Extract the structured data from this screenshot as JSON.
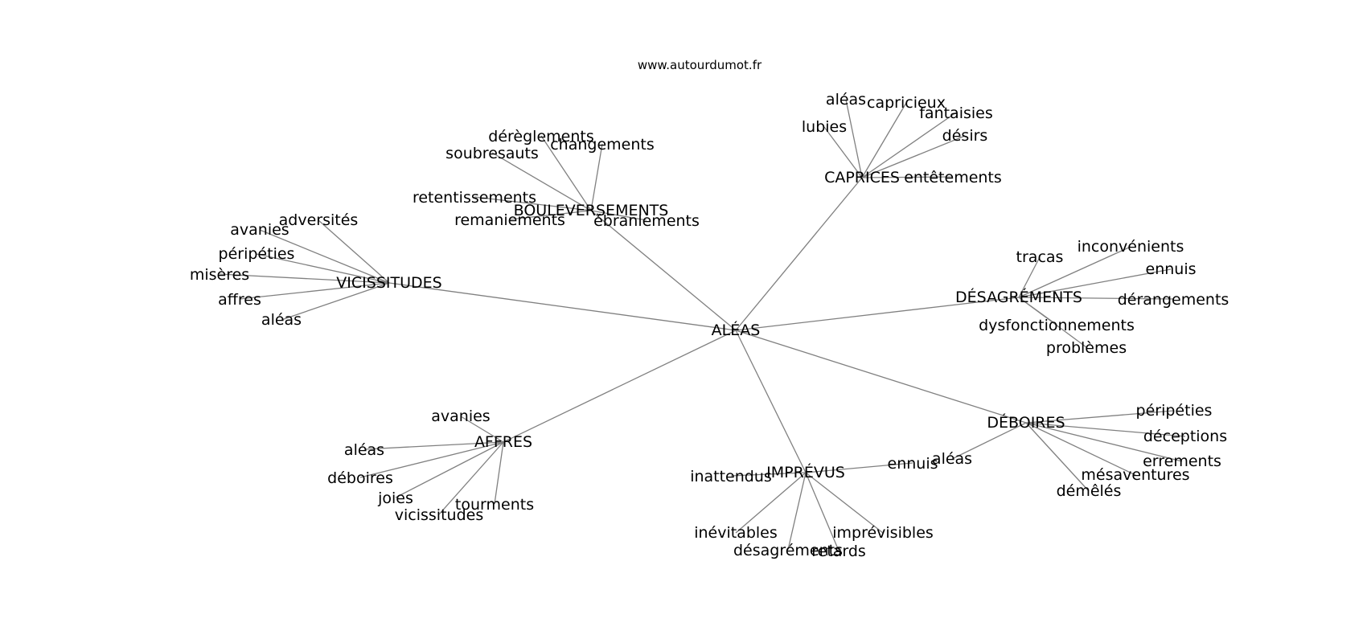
{
  "header": {
    "source": "www.autourdumot.fr"
  },
  "graph": {
    "root": "ALÉAS",
    "hubs": [
      {
        "id": "bouleversements",
        "label": "BOULEVERSEMENTS",
        "leaves": [
          "dérèglements",
          "changements",
          "soubresauts",
          "retentissements",
          "remaniements",
          "ébranlements"
        ]
      },
      {
        "id": "caprices",
        "label": "CAPRICES",
        "leaves": [
          "aléas",
          "capricieux",
          "fantaisies",
          "lubies",
          "désirs",
          "entêtements"
        ]
      },
      {
        "id": "vicissitudes",
        "label": "VICISSITUDES",
        "leaves": [
          "adversités",
          "avanies",
          "péripéties",
          "misères",
          "affres",
          "aléas"
        ]
      },
      {
        "id": "desagrements",
        "label": "DÉSAGRÉMENTS",
        "leaves": [
          "tracas",
          "inconvénients",
          "ennuis",
          "dérangements",
          "dysfonctionnements",
          "problèmes"
        ]
      },
      {
        "id": "affres",
        "label": "AFFRES",
        "leaves": [
          "avanies",
          "aléas",
          "déboires",
          "joies",
          "vicissitudes",
          "tourments"
        ]
      },
      {
        "id": "imprevus",
        "label": "IMPRÉVUS",
        "leaves": [
          "inattendus",
          "ennuis",
          "inévitables",
          "désagréments",
          "retards",
          "imprévisibles"
        ]
      },
      {
        "id": "deboires",
        "label": "DÉBOIRES",
        "leaves": [
          "aléas",
          "péripéties",
          "déceptions",
          "errements",
          "mésaventures",
          "démêlés"
        ]
      }
    ]
  }
}
